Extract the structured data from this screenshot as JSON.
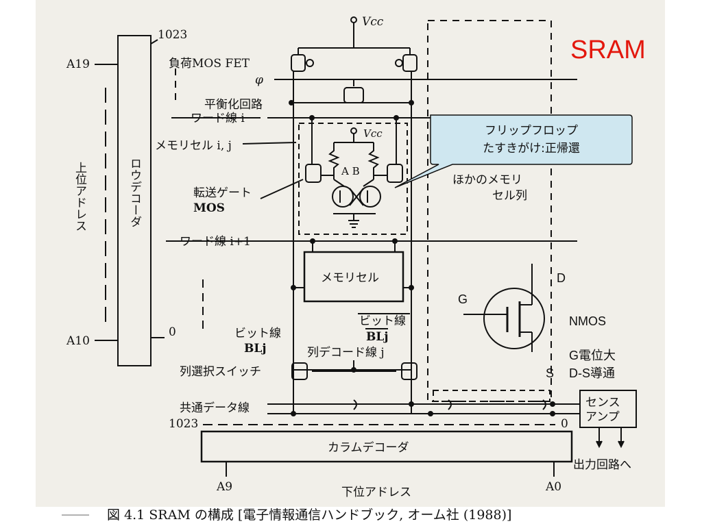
{
  "title": "SRAM",
  "labels": {
    "vcc_top": "Vcc",
    "vcc_cell": "Vcc",
    "row_top_index": "1023",
    "row_bottom_index": "0",
    "a19": "A19",
    "a10": "A10",
    "load_mos": "負荷MOS FET",
    "phi": "φ",
    "balance_circuit": "平衡化回路",
    "word_line_i": "ワード線 i",
    "memory_cell_ij": "メモリセル i, j",
    "transfer_gate": "転送ゲート",
    "mos": "MOS",
    "upper_address": "上位アドレス",
    "row_decoder": "ロウデコーダ",
    "word_line_i1": "ワード線 i+1",
    "node_ab": "A B",
    "other_columns_1": "ほかのメモリ",
    "other_columns_2": "セル列",
    "memory_cell": "メモリセル",
    "bit_line": "ビット線",
    "bl_j": "BLj",
    "bit_line_bar": "ビット線",
    "bl_j_bar": "BLj",
    "column_decode_line": "列デコード線 j",
    "column_select_switch": "列選択スイッチ",
    "common_data_line": "共通データ線",
    "col_left_index": "1023",
    "col_right_index": "0",
    "column_decoder": "カラムデコーダ",
    "sense_amp_1": "センス",
    "sense_amp_2": "アンプ",
    "output_circuit": "出力回路へ",
    "a9": "A9",
    "a0": "A0",
    "lower_address": "下位アドレス"
  },
  "callout": {
    "line1": "フリップフロップ",
    "line2": "たすきがけ:正帰還"
  },
  "nmos": {
    "d": "D",
    "g": "G",
    "s": "S",
    "type": "NMOS",
    "note1": "G電位大",
    "note2": "D-S導通"
  },
  "caption": "図 4.1 SRAM の構成 [電子情報通信ハンドブック, オーム社 (1988)]",
  "colors": {
    "title_red": "#e3170d",
    "callout_fill": "#cfe7f0",
    "paper": "#f1efe9"
  }
}
